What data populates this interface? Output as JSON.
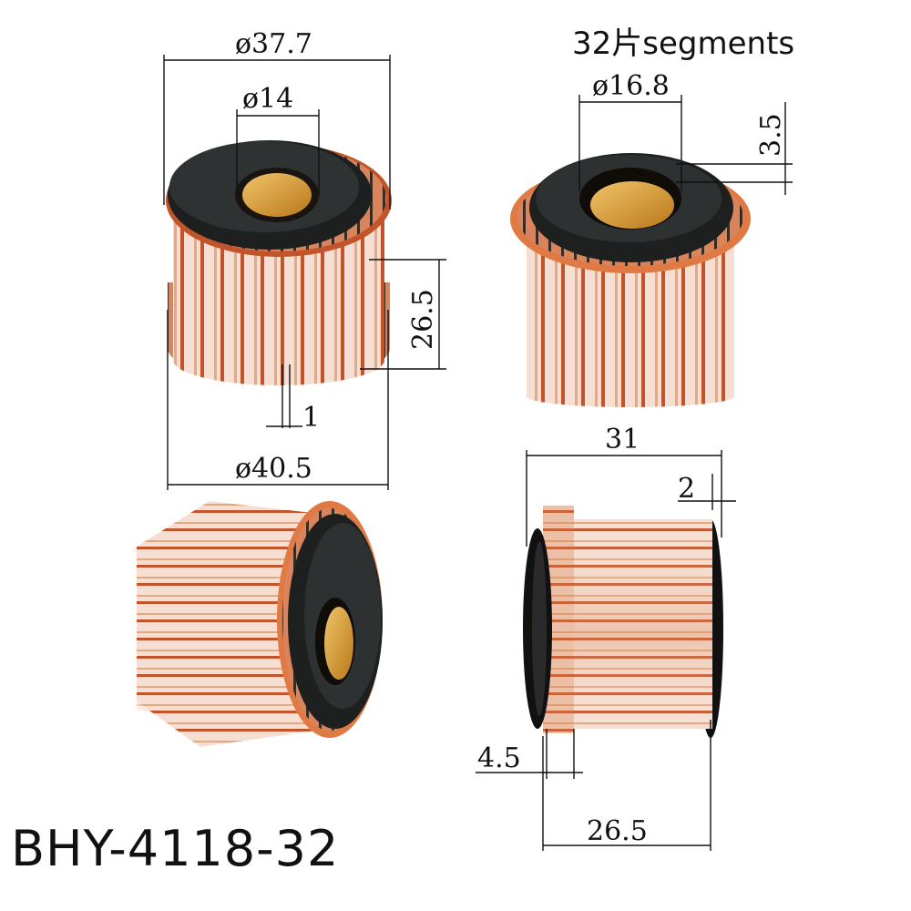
{
  "header": {
    "title": "32片segments"
  },
  "part_number": "BHY-4118-32",
  "dimensions": {
    "top_left_outer_diameter": "ø37.7",
    "top_left_bore": "ø14",
    "top_left_height": "26.5",
    "top_left_riser_gap": "1",
    "top_left_riser_diameter": "ø40.5",
    "top_right_bore": "ø16.8",
    "top_right_offset": "3.5",
    "side_total_length": "31",
    "side_flange": "2",
    "side_riser_width": "4.5",
    "side_bar_length": "26.5"
  },
  "colors": {
    "copper_light": "#f6dfd2",
    "copper_mid": "#e7a77f",
    "copper_dark": "#c2542b",
    "insulator": "#1e2020",
    "bushing": "#d89a2e"
  }
}
